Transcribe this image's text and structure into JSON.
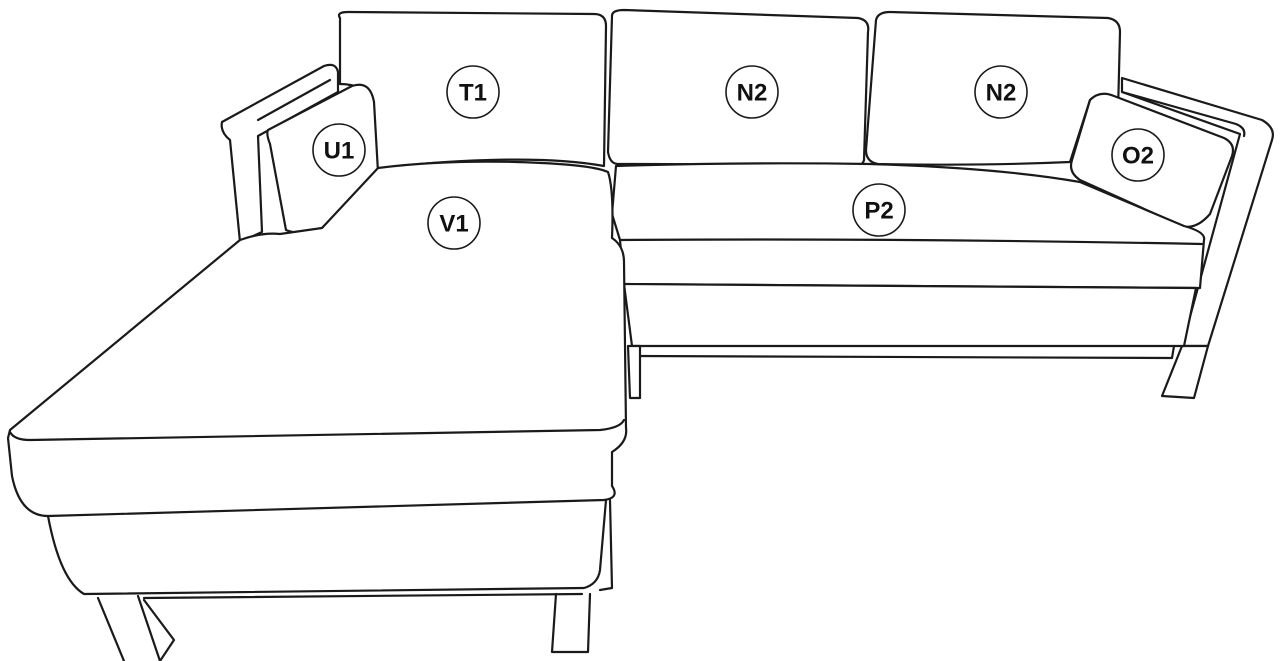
{
  "diagram": {
    "parts": [
      {
        "id": "t1",
        "label": "T1",
        "part": "back-cushion-left"
      },
      {
        "id": "n2a",
        "label": "N2",
        "part": "back-cushion-middle"
      },
      {
        "id": "n2b",
        "label": "N2",
        "part": "back-cushion-right"
      },
      {
        "id": "u1",
        "label": "U1",
        "part": "pillow-left"
      },
      {
        "id": "o2",
        "label": "O2",
        "part": "pillow-right"
      },
      {
        "id": "v1",
        "label": "V1",
        "part": "chaise-seat"
      },
      {
        "id": "p2",
        "label": "P2",
        "part": "seat-cushion-right"
      }
    ]
  }
}
